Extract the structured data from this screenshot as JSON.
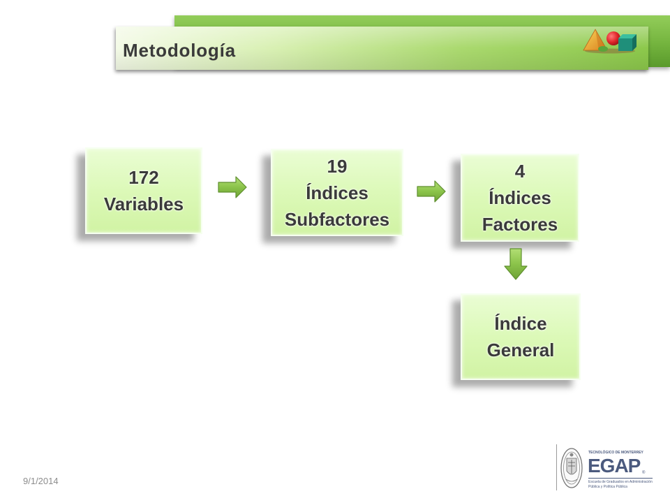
{
  "slide": {
    "title": "Metodología",
    "date": "9/1/2014"
  },
  "diagram": {
    "nodes": [
      {
        "lines": [
          "172",
          "Variables"
        ]
      },
      {
        "lines": [
          "19",
          "Índices",
          "Subfactores"
        ]
      },
      {
        "lines": [
          "4",
          "Índices",
          "Factores"
        ]
      },
      {
        "lines": [
          "Índice",
          "General"
        ]
      }
    ],
    "edges": [
      {
        "from": 0,
        "to": 1
      },
      {
        "from": 1,
        "to": 2
      },
      {
        "from": 2,
        "to": 3
      }
    ]
  },
  "logo": {
    "institution": "TECNOLÓGICO DE MONTERREY",
    "name": "EGAP",
    "registered_mark": "®",
    "tagline_line1": "Escuela de Graduados en Administración",
    "tagline_line2": "Pública y Política Pública"
  },
  "icons": {
    "title_decoration": "shapes-icon",
    "arrow_right": "right-arrow-icon",
    "arrow_down": "down-arrow-icon",
    "seal": "seal-icon"
  },
  "colors": {
    "title_bar": "#8cc84b",
    "node_fill": "#dcf9b8",
    "arrow_fill": "#8bc34a",
    "text": "#3a3a3a",
    "logo": "#4b5a7e",
    "date": "#8c8c8c"
  }
}
